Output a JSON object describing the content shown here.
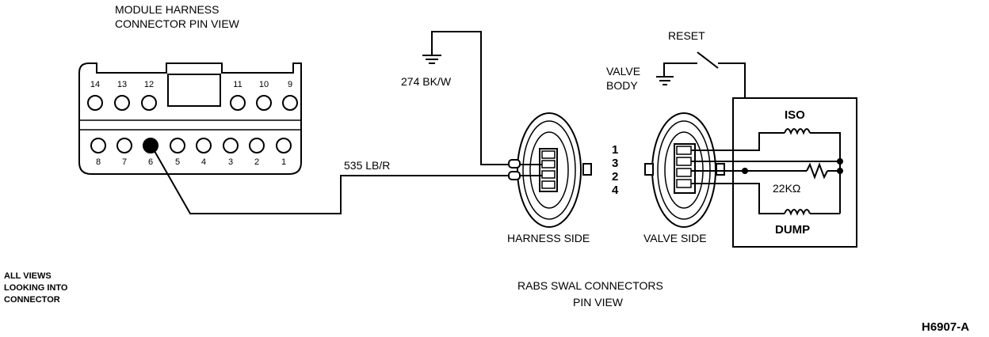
{
  "module_connector": {
    "title_line1": "MODULE HARNESS",
    "title_line2": "CONNECTOR PIN VIEW",
    "top_pins": [
      "14",
      "13",
      "12",
      "11",
      "10",
      "9"
    ],
    "bottom_pins": [
      "8",
      "7",
      "6",
      "5",
      "4",
      "3",
      "2",
      "1"
    ]
  },
  "wires": {
    "ground_wire": "274 BK/W",
    "signal_wire": "535 LB/R"
  },
  "swal_connectors": {
    "pin_order": [
      "1",
      "3",
      "2",
      "4"
    ],
    "harness_side_label": "HARNESS SIDE",
    "valve_side_label": "VALVE SIDE",
    "caption_line1": "RABS SWAL CONNECTORS",
    "caption_line2": "PIN VIEW"
  },
  "valve": {
    "reset_label": "RESET",
    "valve_body_line1": "VALVE",
    "valve_body_line2": "BODY",
    "iso_label": "ISO",
    "resistor_label": "22KΩ",
    "dump_label": "DUMP"
  },
  "notes": {
    "line1": "ALL VIEWS",
    "line2": "LOOKING INTO",
    "line3": "CONNECTOR"
  },
  "figure_id": "H6907-A"
}
